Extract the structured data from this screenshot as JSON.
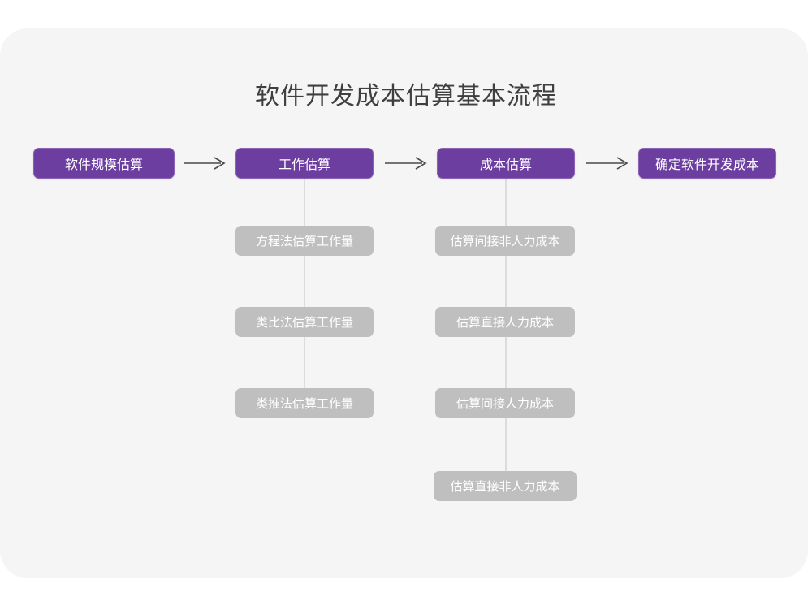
{
  "page": {
    "background_color": "#ffffff",
    "card_color": "#f5f5f5"
  },
  "diagram": {
    "title": "软件开发成本估算基本流程",
    "type": "flowchart",
    "colors": {
      "primary_node": "#6c3ea0",
      "primary_node_border": "#8a63b4",
      "sub_node": "#bfbfbf",
      "node_text": "#ffffff",
      "title_text": "#3f3f3f",
      "connector": "#dcdcdc",
      "arrow": "#4a4a4a"
    },
    "stages": [
      {
        "id": "stage-1",
        "label": "软件规模估算",
        "substeps": []
      },
      {
        "id": "stage-2",
        "label": "工作估算",
        "substeps": [
          "方程法估算工作量",
          "类比法估算工作量",
          "类推法估算工作量"
        ]
      },
      {
        "id": "stage-3",
        "label": "成本估算",
        "substeps": [
          "估算间接非人力成本",
          "估算直接人力成本",
          "估算间接人力成本",
          "估算直接非人力成本"
        ]
      },
      {
        "id": "stage-4",
        "label": "确定软件开发成本",
        "substeps": []
      }
    ],
    "arrows": [
      {
        "id": "arrow-1",
        "glyph": "→"
      },
      {
        "id": "arrow-2",
        "glyph": "→"
      },
      {
        "id": "arrow-3",
        "glyph": "→"
      }
    ]
  }
}
